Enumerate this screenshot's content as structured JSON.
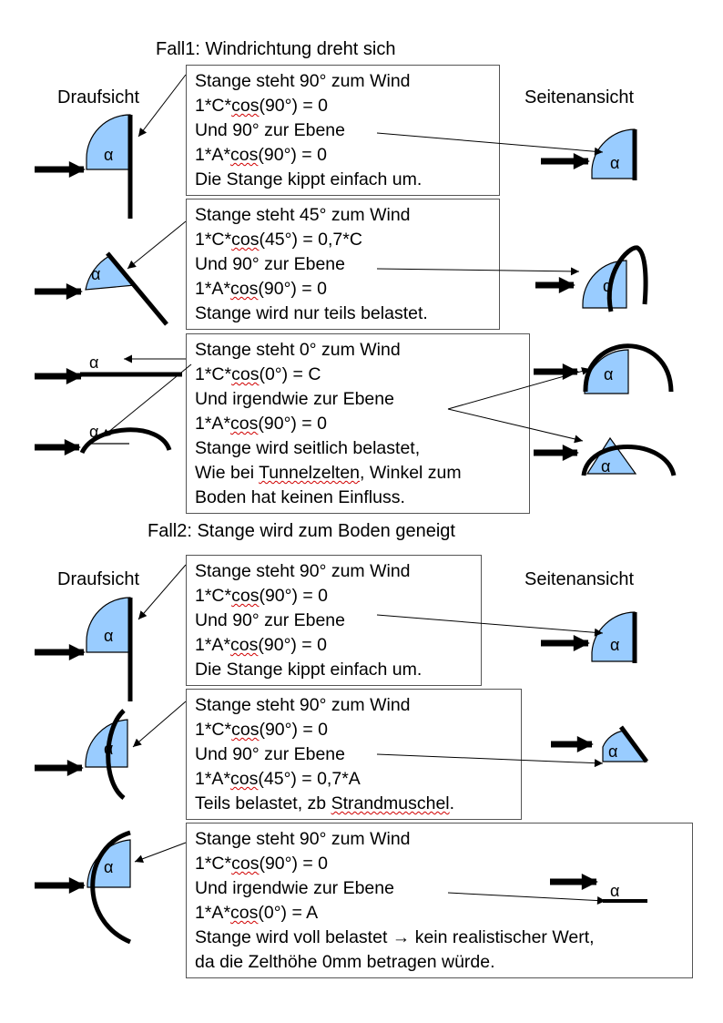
{
  "case1": {
    "heading": "Fall1: Windrichtung dreht sich",
    "top_view_label": "Draufsicht",
    "side_view_label": "Seitenansicht",
    "boxes": [
      {
        "lines": [
          "Stange steht 90° zum Wind",
          "1*C*cos(90°) = 0",
          "Und 90° zur Ebene",
          "1*A*cos(90°) = 0",
          "Die Stange kippt einfach um."
        ]
      },
      {
        "lines": [
          "Stange steht 45° zum Wind",
          "1*C*cos(45°) = 0,7*C",
          "Und 90° zur Ebene",
          "1*A*cos(90°) = 0",
          "Stange wird nur teils belastet."
        ]
      },
      {
        "lines": [
          "Stange steht 0° zum Wind",
          "1*C*cos(0°) = C",
          "Und irgendwie zur Ebene",
          "1*A*cos(90°) = 0",
          "Stange wird seitlich belastet,",
          "Wie bei Tunnelzelten, Winkel zum",
          "Boden hat keinen Einfluss."
        ]
      }
    ]
  },
  "case2": {
    "heading": "Fall2: Stange wird zum Boden geneigt",
    "top_view_label": "Draufsicht",
    "side_view_label": "Seitenansicht",
    "boxes": [
      {
        "lines": [
          "Stange steht 90° zum Wind",
          "1*C*cos(90°) = 0",
          "Und 90° zur Ebene",
          "1*A*cos(90°) = 0",
          "Die Stange kippt einfach um."
        ]
      },
      {
        "lines": [
          "Stange steht 90° zum Wind",
          "1*C*cos(90°) = 0",
          "Und 90° zur Ebene",
          "1*A*cos(45°) = 0,7*A",
          "Teils belastet, zb Strandmuschel."
        ]
      },
      {
        "lines": [
          "Stange steht 90° zum Wind",
          "1*C*cos(90°) = 0",
          "Und irgendwie zur Ebene",
          "1*A*cos(0°) = A",
          "Stange wird voll belastet → kein realistischer Wert,",
          "da die Zelthöhe 0mm betragen würde."
        ]
      }
    ]
  },
  "angle_symbol": "α",
  "colors": {
    "sector_fill": "#99ccff",
    "spellcheck_underline": "#d00000"
  }
}
